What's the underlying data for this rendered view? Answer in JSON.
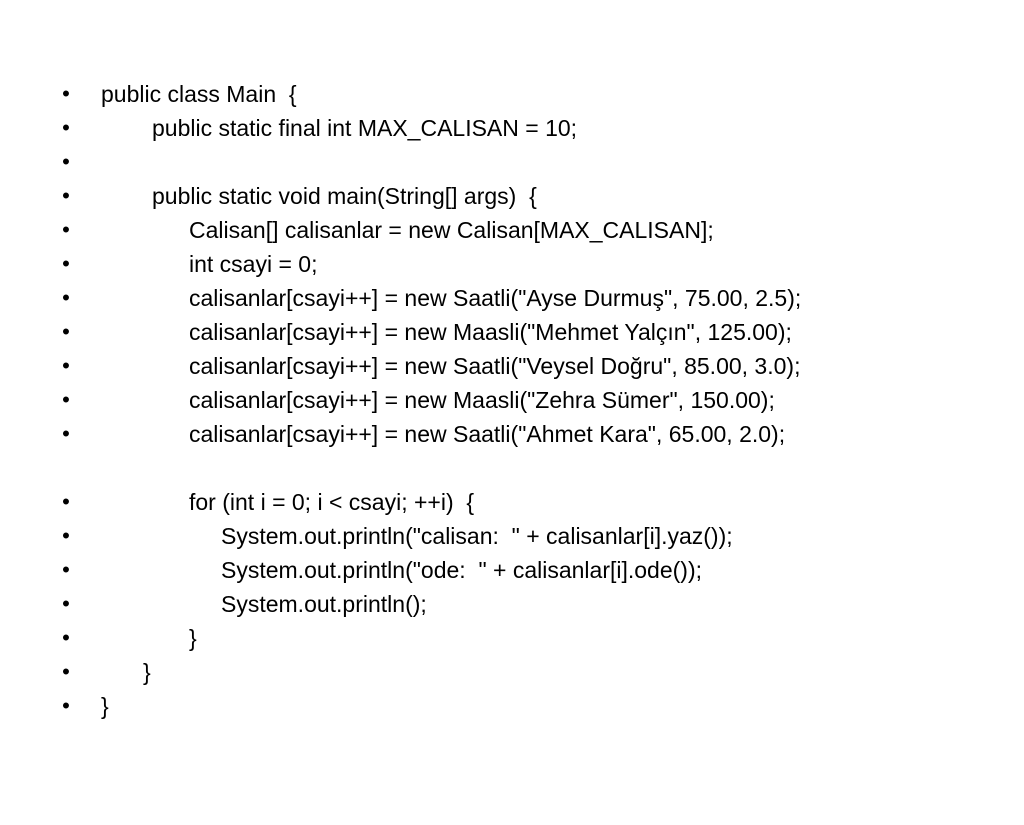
{
  "slide": {
    "bullet_glyph": "•",
    "lines": [
      "public class Main  {",
      "public static final int MAX_CALISAN = 10;",
      "",
      "public static void main(String[] args)  {",
      "Calisan[] calisanlar = new Calisan[MAX_CALISAN];",
      "int csayi = 0;",
      "calisanlar[csayi++] = new Saatli(\"Ayse Durmuş\", 75.00, 2.5);",
      "calisanlar[csayi++] = new Maasli(\"Mehmet Yalçın\", 125.00);",
      "calisanlar[csayi++] = new Saatli(\"Veysel Doğru\", 85.00, 3.0);",
      "calisanlar[csayi++] = new Maasli(\"Zehra Sümer\", 150.00);",
      "calisanlar[csayi++] = new Saatli(\"Ahmet Kara\", 65.00, 2.0);",
      "for (int i = 0; i < csayi; ++i)  {",
      "System.out.println(\"calisan:  \" + calisanlar[i].yaz());",
      "System.out.println(\"ode:  \" + calisanlar[i].ode());",
      "System.out.println();",
      "}",
      "}",
      "}"
    ]
  }
}
